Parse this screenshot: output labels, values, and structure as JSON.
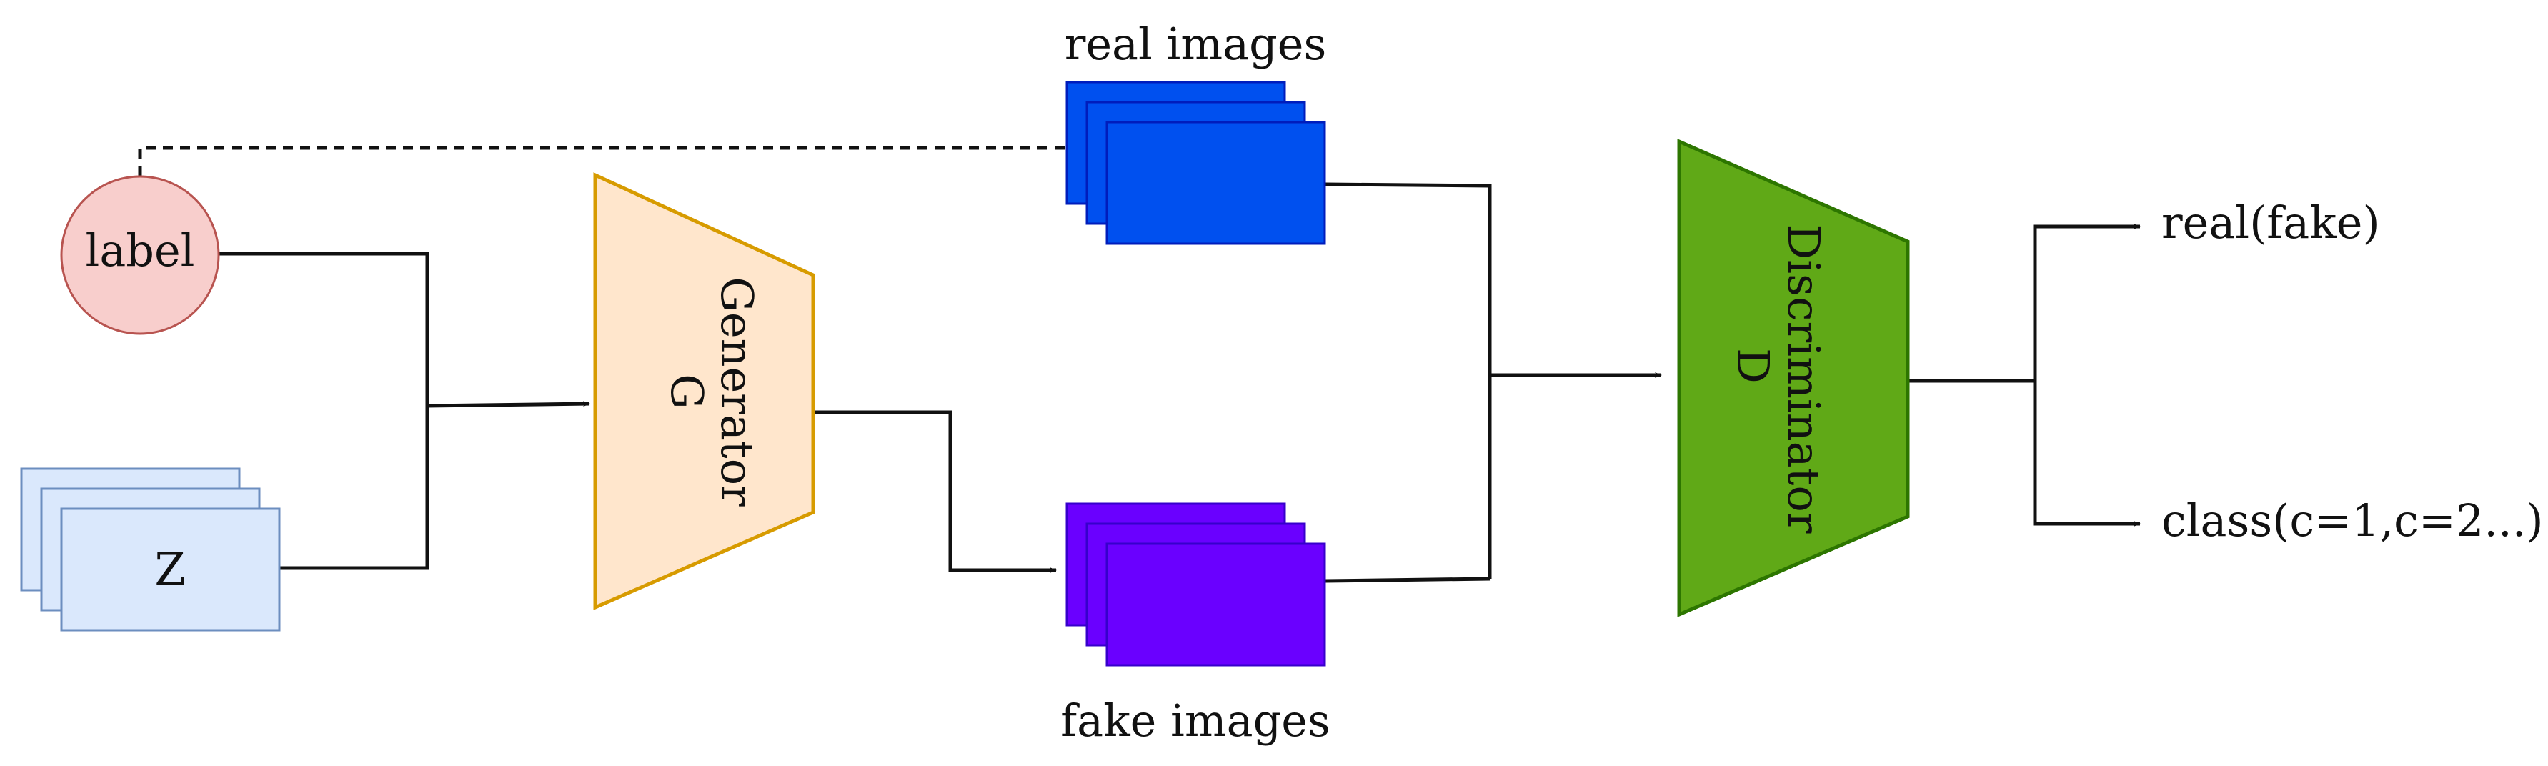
{
  "diagram": {
    "label_node": {
      "text": "label",
      "fill": "#f8cecc",
      "stroke": "#b85450"
    },
    "z_node": {
      "text": "Z",
      "fill": "#dae8fc",
      "stroke": "#6c8ebf"
    },
    "generator": {
      "title": "Generator",
      "symbol": "G",
      "fill": "#ffe6cc",
      "stroke": "#d79b00"
    },
    "real_images": {
      "caption": "real images",
      "fill": "#0050ef",
      "stroke": "#001dbc"
    },
    "fake_images": {
      "caption": "fake images",
      "fill": "#6a00ff",
      "stroke": "#3700cc"
    },
    "discriminator": {
      "title": "Discriminator",
      "symbol": "D",
      "fill": "#60a917",
      "stroke": "#2d7600"
    },
    "outputs": {
      "real_fake": "real(fake)",
      "class": "class(c=1,c=2...)"
    }
  }
}
